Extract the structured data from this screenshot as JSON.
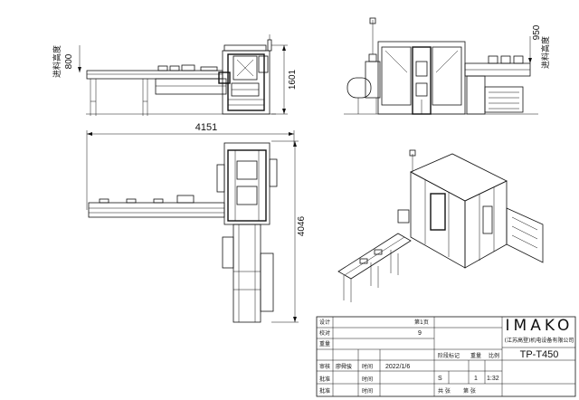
{
  "drawing": {
    "dimensions": {
      "front_height": "1601",
      "overall_width": "4151",
      "overall_depth": "4046"
    },
    "infeed_left": {
      "label": "进料高度",
      "value": "800"
    },
    "infeed_right": {
      "label": "进料高度",
      "value": "950"
    }
  },
  "title_block": {
    "brand": "IMAKO",
    "company": "(江苏高登)机电设备有限公司",
    "model": "TP-T450",
    "labels": {
      "design": "设计",
      "check": "校对",
      "reviewer": "审核",
      "approve": "批准",
      "phase_mark": "阶段标记",
      "weight": "重量",
      "scale": "比例",
      "time1": "时间",
      "time2": "时间",
      "time3": "时间",
      "sheet_total": "共  张",
      "sheet_no": "第  张",
      "page_flag": "第1页"
    },
    "values": {
      "date": "2022/1/6",
      "reviewer_name": "廖舜骏",
      "phase": "S",
      "qty": "1",
      "scale_value": "1:32",
      "sheet_count": "9"
    }
  }
}
